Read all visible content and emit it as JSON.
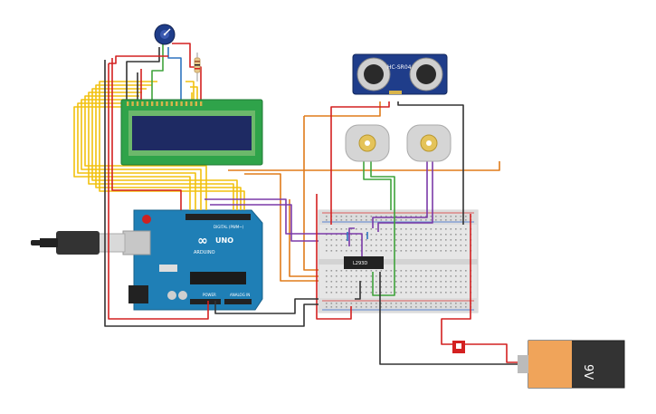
{
  "arduino": {
    "brand": "ARDUINO",
    "model": "UNO",
    "digital_header": "DIGITAL (PWM~)",
    "power_label": "POWER",
    "analog_label": "ANALOG IN",
    "logo_icon": "infinity-logo-icon"
  },
  "sensor": {
    "label": "HC-SR04"
  },
  "driver_ic": {
    "label": "L293D"
  },
  "battery": {
    "label": "9V"
  },
  "colors": {
    "wire_red": "#d42121",
    "wire_black": "#333333",
    "wire_yellow": "#f2c10e",
    "wire_orange": "#e07b1a",
    "wire_purple": "#7b3aa8",
    "wire_green": "#3fa33b",
    "wire_blue": "#2f74c0",
    "arduino_blue": "#1f7fb6",
    "lcd_green": "#2fa34a",
    "lcd_screen": "#1e2a63",
    "sensor_blue": "#1f3d8a",
    "battery_orange": "#f0a45a"
  }
}
